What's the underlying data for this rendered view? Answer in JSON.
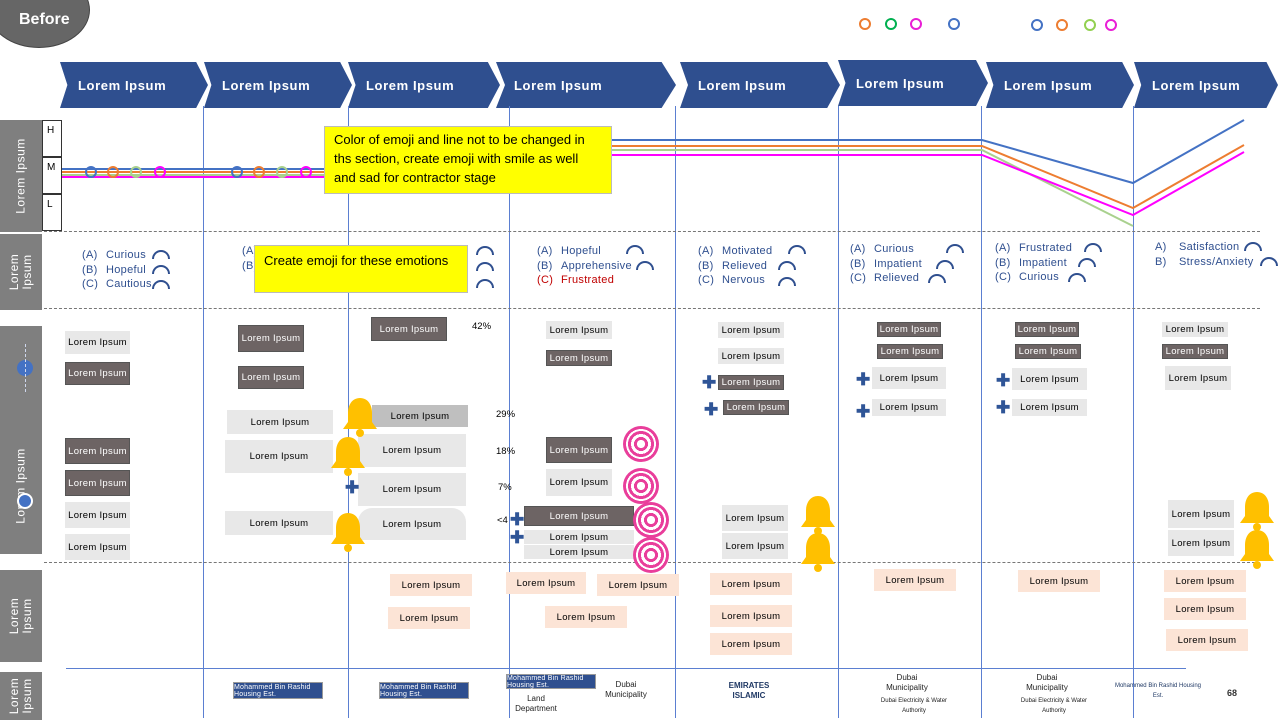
{
  "badge": "Before",
  "stages": [
    "Lorem Ipsum",
    "Lorem Ipsum",
    "Lorem Ipsum",
    "Lorem Ipsum",
    "Lorem Ipsum",
    "Lorem Ipsum",
    "Lorem Ipsum",
    "Lorem Ipsum"
  ],
  "legend_emojis": {
    "happy": [
      "#ED7D31",
      "#00B050",
      "#E91ED6",
      "#4472C4"
    ],
    "sad": [
      "#4472C4",
      "#ED7D31",
      "#92D050",
      "#E91ED6"
    ]
  },
  "side_labels": [
    "Lorem Ipsum",
    "Lorem Ipsum",
    "Lorem Ipsum",
    "Lorem Ipsum",
    "Lorem Ipsum"
  ],
  "levels": [
    "H",
    "M",
    "L"
  ],
  "line_colors": {
    "blue": "#4472C4",
    "orange": "#ED7D31",
    "green": "#A9D18E",
    "magenta": "#FF00FF"
  },
  "notes": {
    "emoji_line": "Color of emoji and line not to be changed in ths section, create emoji with smile as well and sad for contractor stage",
    "emotions": "Create emoji for these emotions"
  },
  "emotions": [
    [
      {
        "l": "(A)",
        "t": "Curious"
      },
      {
        "l": "(B)",
        "t": "Hopeful"
      },
      {
        "l": "(C)",
        "t": "Cautious"
      }
    ],
    [
      {
        "l": "(A)",
        "t": ""
      },
      {
        "l": "(B)",
        "t": ""
      }
    ],
    [],
    [
      {
        "l": "(A)",
        "t": "Hopeful"
      },
      {
        "l": "(B)",
        "t": "Apprehensive"
      },
      {
        "l": "(C)",
        "t": "Frustrated",
        "red": true
      }
    ],
    [
      {
        "l": "(A)",
        "t": "Motivated"
      },
      {
        "l": "(B)",
        "t": "Relieved"
      },
      {
        "l": "(C)",
        "t": "Nervous"
      }
    ],
    [
      {
        "l": "(A)",
        "t": "Curious"
      },
      {
        "l": "(B)",
        "t": "Impatient"
      },
      {
        "l": "(C)",
        "t": "Relieved"
      }
    ],
    [
      {
        "l": "(A)",
        "t": "Frustrated"
      },
      {
        "l": "(B)",
        "t": "Impatient"
      },
      {
        "l": "(C)",
        "t": "Curious"
      }
    ],
    [
      {
        "l": "A)",
        "t": "Satisfaction"
      },
      {
        "l": "B)",
        "t": "Stress/Anxiety"
      }
    ]
  ],
  "box_text": "Lorem Ipsum",
  "percents": [
    "42%",
    "29%",
    "18%",
    "7%",
    "<4"
  ],
  "logos": {
    "mbrhe": "Mohammed Bin Rashid Housing Est.",
    "dubai_muni": "Dubai Municipality",
    "land": "Land Department",
    "emirates_islamic": "EMIRATES ISLAMIC",
    "dewa": "Dubai Electricity & Water Authority"
  },
  "page_number": "68"
}
